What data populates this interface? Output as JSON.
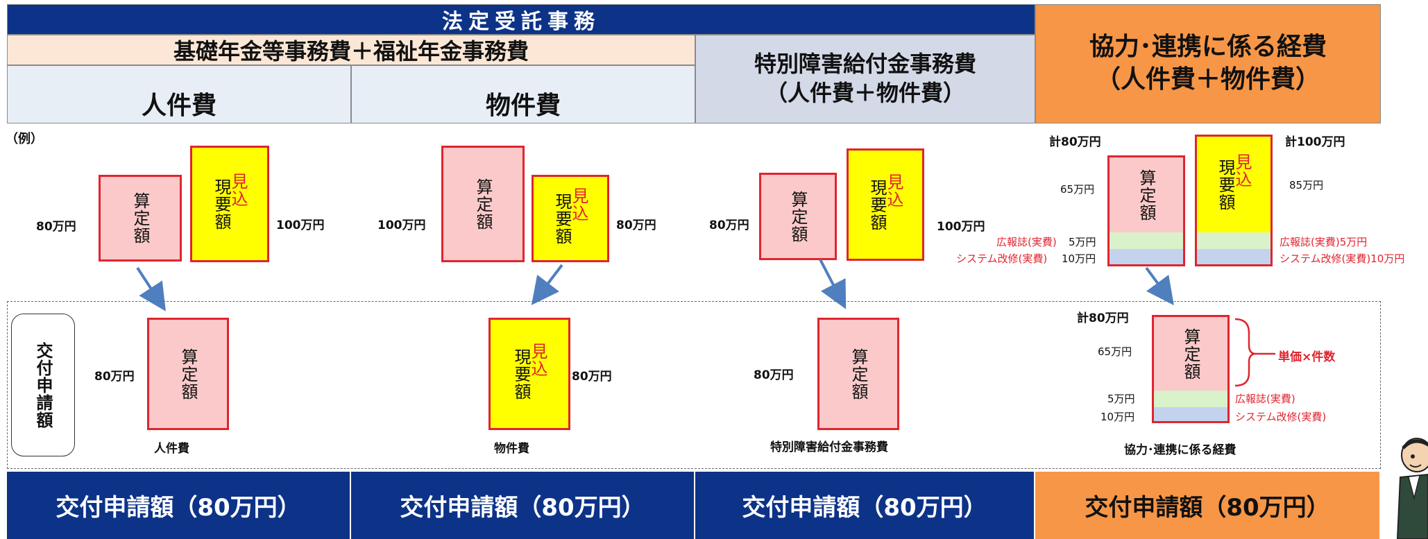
{
  "header": {
    "title": "法定受託事務",
    "kiso": "基礎年金等事務費＋福祉年金事務費",
    "jinken": "人件費",
    "bukken": "物件費",
    "tokubetsu": "特別障害給付金事務費\n（人件費＋物件費）",
    "kyoryoku": "協力･連携に係る経費\n（人件費＋物件費）"
  },
  "example_label": "（例）",
  "words": {
    "santei": "算定額",
    "genyo": "現要額",
    "mikomi": "見込"
  },
  "col1": {
    "top_left": "80万円",
    "top_right": "100万円",
    "bottom_amount": "80万円",
    "bottom_caption": "人件費"
  },
  "col2": {
    "top_left": "100万円",
    "top_right": "80万円",
    "bottom_amount": "80万円",
    "bottom_caption": "物件費"
  },
  "col3": {
    "top_left": "80万円",
    "top_right": "100万円",
    "bottom_amount": "80万円",
    "bottom_caption": "特別障害給付金事務費"
  },
  "col4": {
    "total_left": "計80万円",
    "total_right": "計100万円",
    "left_main": "65万円",
    "right_main": "85万円",
    "koho_left": "広報誌(実費)",
    "koho_left_amt": "5万円",
    "sys_left": "システム改修(実費)",
    "sys_left_amt": "10万円",
    "koho_right": "広報誌(実費)5万円",
    "sys_right": "システム改修(実費)10万円",
    "bottom_total": "計80万円",
    "bottom_main": "65万円",
    "bottom_koho_amt": "5万円",
    "bottom_sys_amt": "10万円",
    "unit_price": "単価×件数",
    "bottom_koho": "広報誌(実費)",
    "bottom_sys": "システム改修(実費)",
    "bottom_caption": "協力･連携に係る経費"
  },
  "side_label": "交付申請額",
  "footer": [
    "交付申請額（80万円）",
    "交付申請額（80万円）",
    "交付申請額（80万円）",
    "交付申請額（80万円）"
  ],
  "colors": {
    "navy": "#0d3388",
    "orange": "#f79646",
    "red": "#e0242f",
    "yellow": "#ffff00",
    "pink": "#fbc9c9",
    "arrow": "#4f7fbf"
  }
}
